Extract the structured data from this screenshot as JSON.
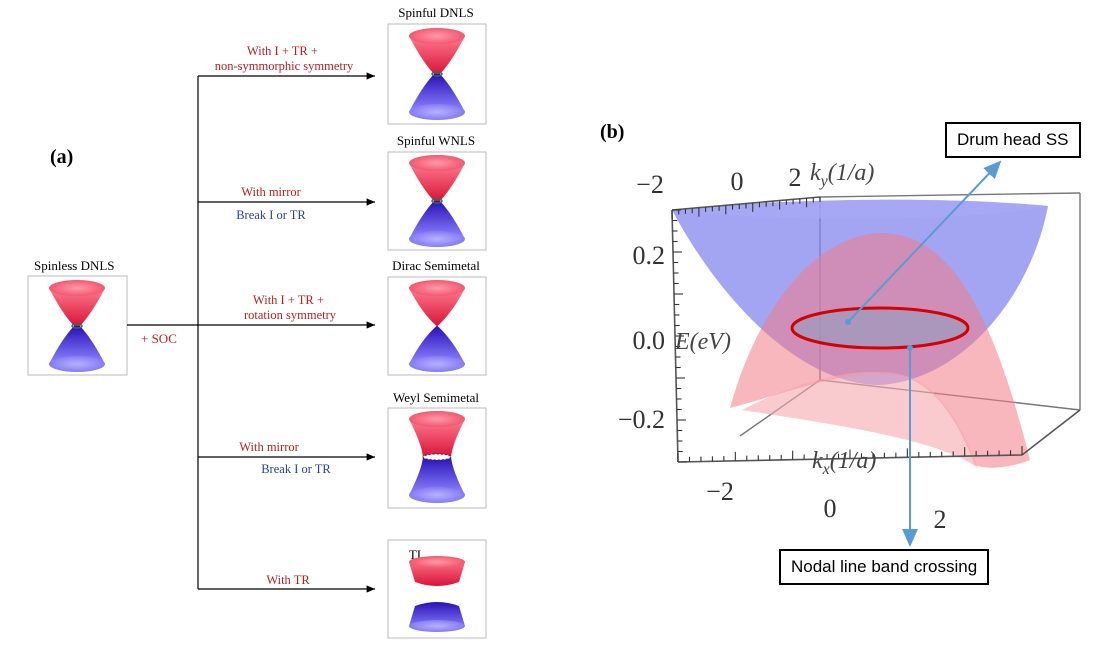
{
  "panel_a": {
    "label": "(a)",
    "root": {
      "title": "Spinless DNLS",
      "edge_label": "+ SOC"
    },
    "branches": [
      {
        "title": "Spinful DNLS",
        "cond_red": "With I + TR +\nnon-symmorphic symmetry",
        "cond_blue": "",
        "icon": "dirac-cone-gapless-icon"
      },
      {
        "title": "Spinful WNLS",
        "cond_red": "With mirror",
        "cond_blue": "Break I or TR",
        "icon": "dirac-cone-gapless-icon"
      },
      {
        "title": "Dirac Semimetal",
        "cond_red": "With I + TR +\nrotation symmetry",
        "cond_blue": "",
        "icon": "dirac-cone-point-icon"
      },
      {
        "title": "Weyl Semimetal",
        "cond_red": "With mirror",
        "cond_blue": "Break I or TR",
        "icon": "weyl-nodal-ring-icon"
      },
      {
        "title": "TI",
        "cond_red": "With TR",
        "cond_blue": "",
        "icon": "gapped-bands-icon"
      }
    ]
  },
  "panel_b": {
    "label": "(b)",
    "ky_label": "k_y(1/a)",
    "kx_label": "k_x(1/a)",
    "e_label": "E(eV)",
    "ky_ticks": [
      "−2",
      "0",
      "2"
    ],
    "kx_ticks": [
      "−2",
      "0",
      "2"
    ],
    "e_ticks": [
      "0.2",
      "0.0",
      "−0.2"
    ],
    "callout_top": "Drum head SS",
    "callout_bottom": "Nodal line band crossing"
  },
  "colors": {
    "red_text": "#b22222",
    "blue_text": "#2a3f9e",
    "cone_red": "#e8284a",
    "cone_blue": "#4a2ad6",
    "surface_blue": "#8a8ef0",
    "surface_red": "#f19aa0",
    "ring": "#d40000",
    "arrow": "#5b9bd5"
  }
}
